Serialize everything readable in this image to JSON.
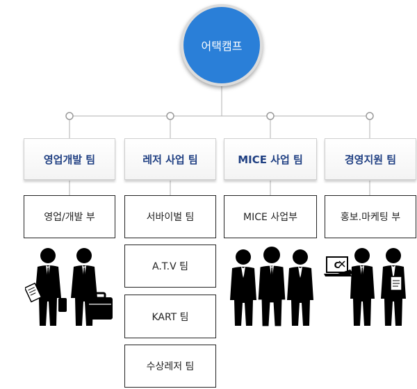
{
  "root": {
    "label": "어택캠프"
  },
  "teams": [
    {
      "label": "영업개발 팀",
      "subs": [
        "영업/개발 부"
      ]
    },
    {
      "label": "레저 사업 팀",
      "subs": [
        "서바이벌 팀",
        "A.T.V 팀",
        "KART 팀",
        "수상레저 팀"
      ]
    },
    {
      "label": "MICE 사업 팀",
      "subs": [
        "MICE 사업부"
      ]
    },
    {
      "label": "경영지원 팀",
      "subs": [
        "홍보.마케팅 부"
      ]
    }
  ],
  "colors": {
    "root_fill": "#2a7fd8",
    "team_text": "#1f3f82",
    "connector": "#b0b0b0"
  },
  "illustrations": [
    "two-businessmen-with-briefcases-icon",
    "three-businessmen-group-icon",
    "presenter-with-laptop-icon"
  ]
}
